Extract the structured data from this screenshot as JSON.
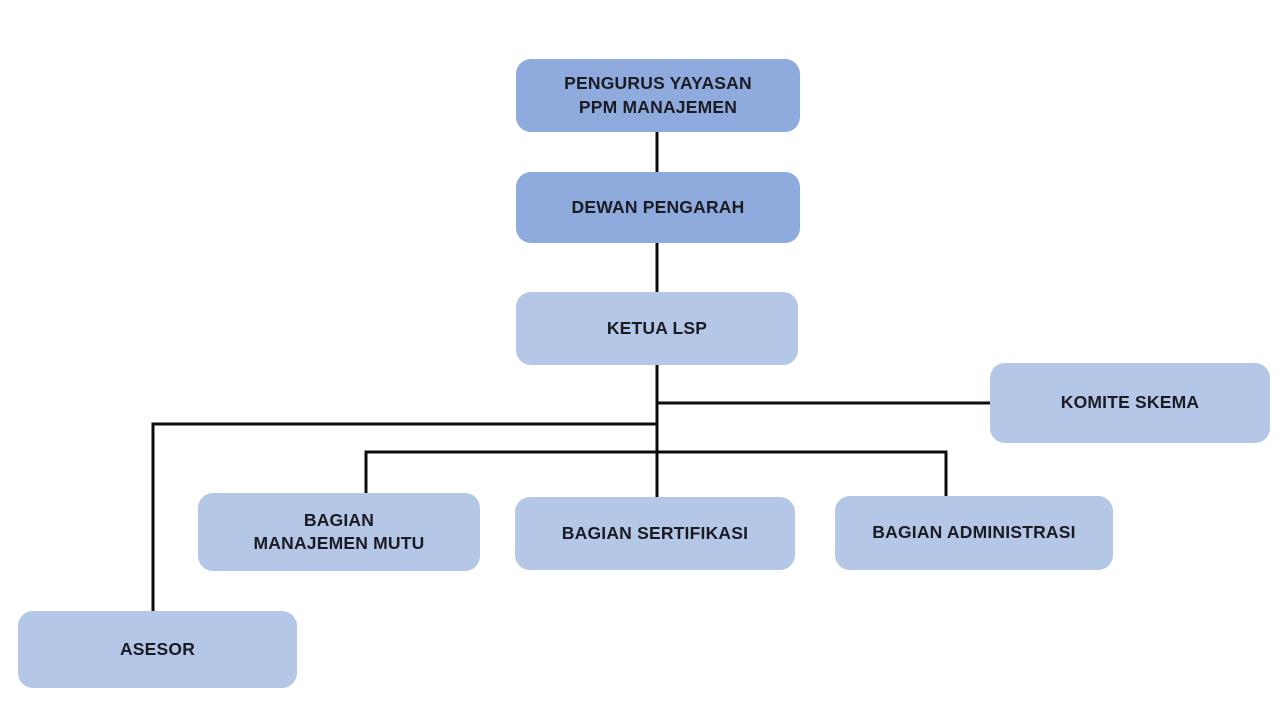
{
  "diagram": {
    "type": "org-chart",
    "nodes": [
      {
        "id": "pengurus-yayasan",
        "label": "PENGURUS YAYASAN\nPPM MANAJEMEN",
        "level": "primary"
      },
      {
        "id": "dewan-pengarah",
        "label": "DEWAN PENGARAH",
        "level": "primary"
      },
      {
        "id": "ketua-lsp",
        "label": "KETUA LSP",
        "level": "secondary"
      },
      {
        "id": "komite-skema",
        "label": "KOMITE SKEMA",
        "level": "secondary"
      },
      {
        "id": "bagian-manajemen-mutu",
        "label": "BAGIAN\nMANAJEMEN MUTU",
        "level": "secondary"
      },
      {
        "id": "bagian-sertifikasi",
        "label": "BAGIAN SERTIFIKASI",
        "level": "secondary"
      },
      {
        "id": "bagian-administrasi",
        "label": "BAGIAN ADMINISTRASI",
        "level": "secondary"
      },
      {
        "id": "asesor",
        "label": "ASESOR",
        "level": "secondary"
      }
    ],
    "edges": [
      {
        "from": "pengurus-yayasan",
        "to": "dewan-pengarah"
      },
      {
        "from": "dewan-pengarah",
        "to": "ketua-lsp"
      },
      {
        "from": "ketua-lsp",
        "to": "komite-skema"
      },
      {
        "from": "ketua-lsp",
        "to": "asesor"
      },
      {
        "from": "ketua-lsp",
        "to": "bagian-manajemen-mutu"
      },
      {
        "from": "ketua-lsp",
        "to": "bagian-sertifikasi"
      },
      {
        "from": "ketua-lsp",
        "to": "bagian-administrasi"
      }
    ],
    "colors": {
      "node_primary": "#8faadc",
      "node_secondary": "#b4c7e7",
      "connector": "#0d0d0d",
      "text": "#1b1b23",
      "background": "#ffffff"
    }
  }
}
